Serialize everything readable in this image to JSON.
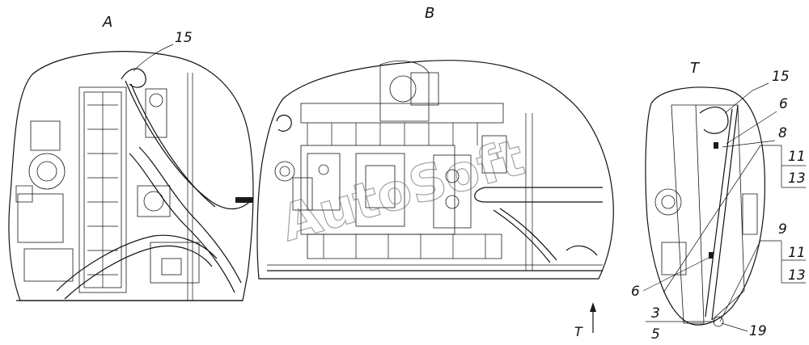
{
  "views": [
    {
      "id": "A",
      "label": "A"
    },
    {
      "id": "B",
      "label": "B"
    },
    {
      "id": "T",
      "label": "T"
    }
  ],
  "callouts": {
    "a_15": "15",
    "t_15": "15",
    "t_6_top": "6",
    "t_8": "8",
    "t_11_a": "11",
    "t_13_a": "13",
    "t_9": "9",
    "t_11_b": "11",
    "t_13_b": "13",
    "t_6_bottom": "6",
    "t_3": "3",
    "t_5": "5",
    "t_19": "19"
  },
  "view_arrow": {
    "label": "T"
  },
  "watermark": "AutoSoft"
}
